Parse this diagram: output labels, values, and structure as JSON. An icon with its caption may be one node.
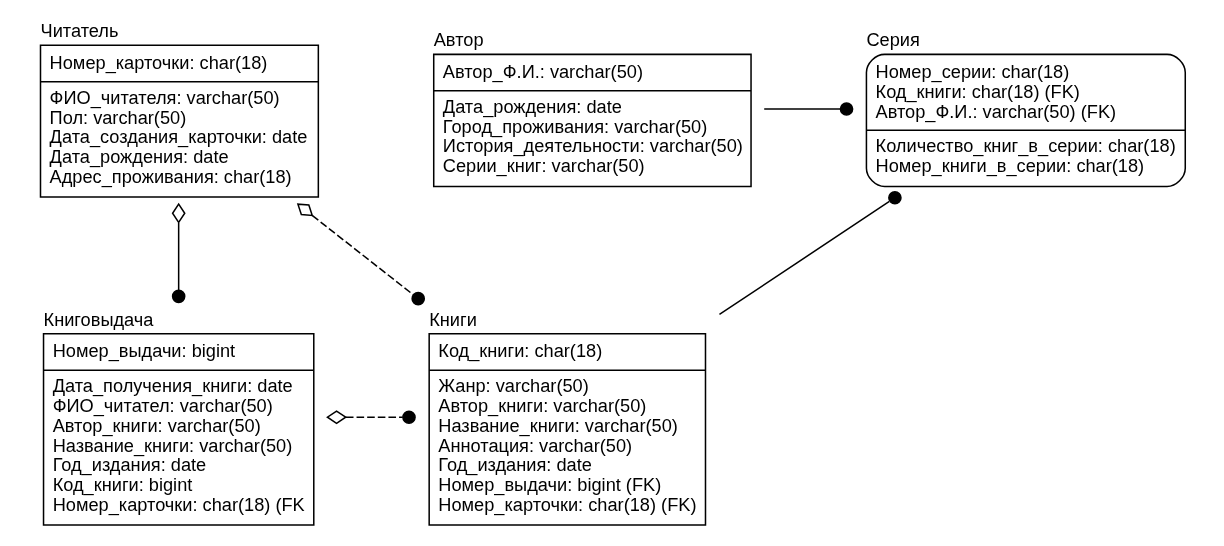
{
  "diagram": {
    "nodes": [
      {
        "text": [
          "Читатель",
          "Номер_карточки: char(18)",
          "ФИО_читателя: varchar(50)",
          "Пол: varchar(50)",
          "Дата_создания_карточки: date",
          "Дата_рождения: date",
          "Адрес_проживания: char(18)"
        ]
      },
      {
        "text": [
          "Серия",
          "Номер_серии: char(18)",
          "Код_книги: char(18) (FK)",
          "Автор_Ф.И.: varchar(50) (FK)",
          "Количество_книг_в_серии: char(18)",
          "Номер_книги_в_серии: char(18)"
        ]
      },
      {
        "text": [
          "Автор",
          "Автор_Ф.И.: varchar(50)",
          "Дата_рождения: date",
          "Город_проживания: varchar(50)",
          "История_деятельности: varchar(50)",
          "Серии_книг: varchar(50)"
        ]
      },
      {
        "text": [
          "Книговыдача",
          "Номер_выдачи: bigint",
          "Дата_получения_книги: date",
          "ФИО_читател: varchar(50)",
          "Автор_книги: varchar(50)",
          "Название_книги: varchar(50)",
          "Год_издания: date",
          "Код_книги: bigint",
          "Номер_карточки: char(18) (FK"
        ]
      },
      {
        "text": [
          "Книги",
          "Код_книги: char(18)",
          "Жанр: varchar(50)",
          "Автор_книги: varchar(50)",
          "Название_книги: varchar(50)",
          "Аннотация: varchar(50)",
          "Год_издания: date",
          "Номер_выдачи: bigint (FK)",
          "Номер_карточки: char(18) (FK)"
        ]
      }
    ],
    "edges": [
      {
        "from": 0,
        "to": 3,
        "arrow": "other"
      },
      {
        "from": 0,
        "to": 4,
        "arrow": "other",
        "style": "dashed"
      },
      {
        "from": 3,
        "to": 4,
        "arrow": "other",
        "style": "dashed"
      },
      {
        "from": 4,
        "to": 1,
        "arrow": "other"
      },
      {
        "from": 2,
        "to": 1,
        "arrow": "other"
      }
    ]
  }
}
